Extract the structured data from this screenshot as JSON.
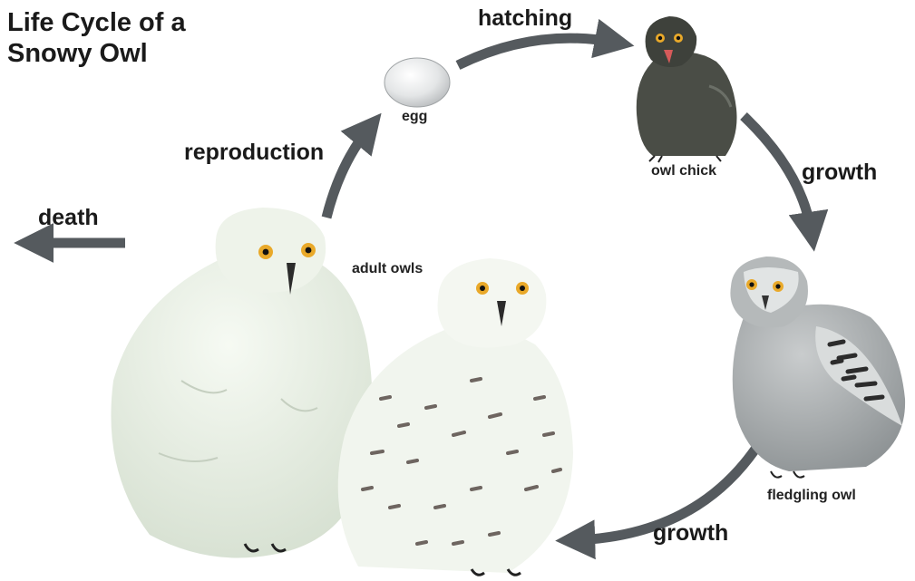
{
  "title": {
    "line1": "Life Cycle of a",
    "line2": "Snowy Owl"
  },
  "stages": {
    "egg": "egg",
    "chick": "owl chick",
    "fledgling": "fledgling owl",
    "adult": "adult owls"
  },
  "transitions": {
    "hatching": "hatching",
    "growth_1": "growth",
    "growth_2": "growth",
    "reproduction": "reproduction",
    "death": "death"
  },
  "colors": {
    "arrow": "#555a5e",
    "adult_plumage": "#e8efe3",
    "chick_plumage": "#4a4d46",
    "fledgling_plumage": "#a9adae",
    "eye": "#e9a92a"
  }
}
